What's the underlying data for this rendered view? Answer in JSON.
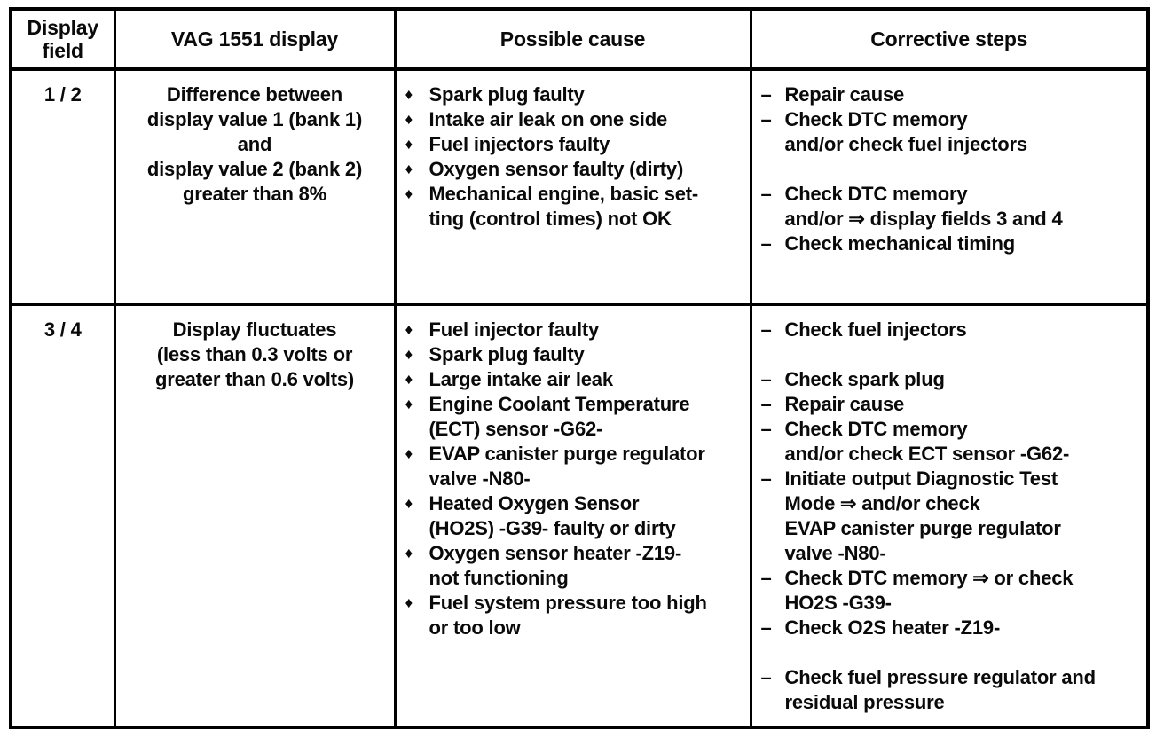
{
  "colors": {
    "ink": "#000000",
    "paper": "#ffffff"
  },
  "table": {
    "bullet_glyph": "♦",
    "dash_glyph": "–",
    "headers": [
      "Display\nfield",
      "VAG 1551 display",
      "Possible cause",
      "Corrective steps"
    ],
    "rows": [
      {
        "field": "1 / 2",
        "display": "Difference between\ndisplay value 1 (bank 1)\nand\ndisplay value 2 (bank 2)\ngreater than 8%",
        "causes": [
          {
            "text": "Spark plug faulty"
          },
          {
            "text": "Intake air leak on one side"
          },
          {
            "text": "Fuel injectors faulty"
          },
          {
            "text": "Oxygen sensor faulty (dirty)"
          },
          {
            "text": "Mechanical engine, basic set-\nting (control times) not OK"
          }
        ],
        "steps": [
          {
            "text": "Repair cause"
          },
          {
            "text": "Check DTC memory\nand/or check fuel injectors"
          },
          {
            "spacer": true
          },
          {
            "text": "Check DTC memory\nand/or ⇒ display fields 3 and 4"
          },
          {
            "text": "Check mechanical timing"
          }
        ]
      },
      {
        "field": "3 / 4",
        "display": "Display fluctuates\n(less than 0.3 volts or\ngreater than 0.6 volts)",
        "causes": [
          {
            "text": "Fuel injector faulty"
          },
          {
            "text": "Spark plug faulty"
          },
          {
            "text": "Large intake air leak"
          },
          {
            "text": "Engine Coolant Temperature\n(ECT) sensor -G62-"
          },
          {
            "text": "EVAP canister purge regulator\nvalve -N80-"
          },
          {
            "text": "Heated Oxygen Sensor\n(HO2S) -G39- faulty or dirty"
          },
          {
            "text": "Oxygen sensor heater -Z19-\nnot functioning"
          },
          {
            "text": "Fuel system pressure too high\nor too low"
          }
        ],
        "steps": [
          {
            "text": "Check fuel injectors"
          },
          {
            "spacer": true
          },
          {
            "text": "Check spark plug"
          },
          {
            "text": "Repair cause"
          },
          {
            "text": "Check DTC memory\nand/or check ECT sensor -G62-"
          },
          {
            "text": "Initiate output Diagnostic Test\nMode ⇒ and/or check\nEVAP canister purge regulator\nvalve -N80-"
          },
          {
            "text": "Check DTC memory ⇒ or check\nHO2S -G39-"
          },
          {
            "text": "Check O2S heater -Z19-"
          },
          {
            "spacer": true
          },
          {
            "text": "Check fuel pressure regulator and\nresidual pressure"
          }
        ]
      }
    ]
  }
}
